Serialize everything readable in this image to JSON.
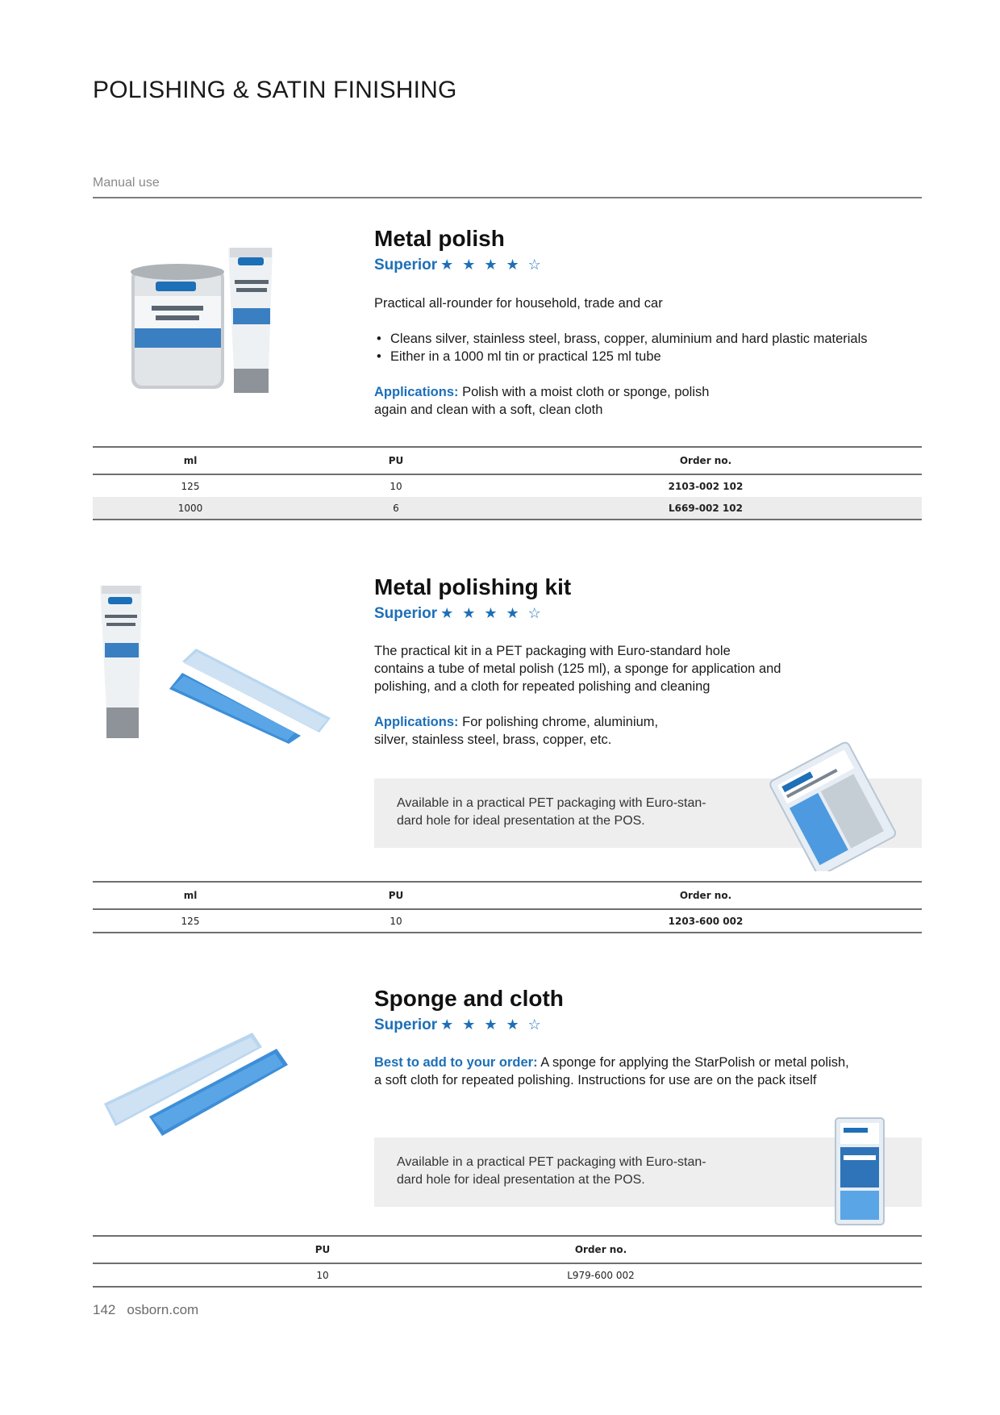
{
  "header": {
    "title": "POLISHING & SATIN FINISHING",
    "section": "Manual use"
  },
  "products": [
    {
      "title": "Metal polish",
      "rating_label": "Superior",
      "stars": "★ ★ ★ ★ ☆",
      "rating_value": 4,
      "rating_max": 5,
      "intro": "Practical all-rounder for household, trade and car",
      "bullets": [
        "Cleans silver, stainless steel, brass, copper, aluminium and hard plastic materials",
        "Either in a 1000 ml tin or practical 125 ml tube"
      ],
      "applications_label": "Applications:",
      "applications_line1": "Polish with a moist cloth or sponge, polish",
      "applications_line2": "again and clean with a soft, clean cloth",
      "table": {
        "headers": [
          "ml",
          "PU",
          "Order no."
        ],
        "rows": [
          [
            "125",
            "10",
            "2103-002 102"
          ],
          [
            "1000",
            "6",
            "L669-002 102"
          ]
        ]
      }
    },
    {
      "title": "Metal polishing kit",
      "rating_label": "Superior",
      "stars": "★ ★ ★ ★ ☆",
      "rating_value": 4,
      "rating_max": 5,
      "desc_line1": "The practical kit in a PET packaging with Euro-standard hole",
      "desc_line2": "contains a tube of metal polish (125 ml), a sponge for application and",
      "desc_line3": "polishing, and a cloth for repeated polishing and cleaning",
      "applications_label": "Applications:",
      "applications_line1": "For polishing chrome, aluminium,",
      "applications_line2": "silver, stainless steel, brass, copper, etc.",
      "box_line1": "Available in a practical PET packaging with Euro-stan-",
      "box_line2": "dard hole for ideal presentation at the POS.",
      "table": {
        "headers": [
          "ml",
          "PU",
          "Order no."
        ],
        "rows": [
          [
            "125",
            "10",
            "1203-600 002"
          ]
        ]
      }
    },
    {
      "title": "Sponge and cloth",
      "rating_label": "Superior",
      "stars": "★ ★ ★ ★ ☆",
      "rating_value": 4,
      "rating_max": 5,
      "lead_label": "Best to add to your order:",
      "lead_line1": "A sponge for applying the StarPolish or metal polish,",
      "lead_line2": "a soft cloth for repeated polishing. Instructions for use are on the pack itself",
      "box_line1": "Available in a practical PET packaging with Euro-stan-",
      "box_line2": "dard hole for ideal presentation at the POS.",
      "table": {
        "headers": [
          "PU",
          "Order no."
        ],
        "rows": [
          [
            "10",
            "L979-600 002"
          ]
        ]
      }
    }
  ],
  "footer": {
    "page": "142",
    "site": "osborn.com"
  },
  "colors": {
    "accent": "#1d6fb8",
    "rule": "#7d7d7d",
    "shade": "#ececec",
    "box": "#eeeeee"
  }
}
